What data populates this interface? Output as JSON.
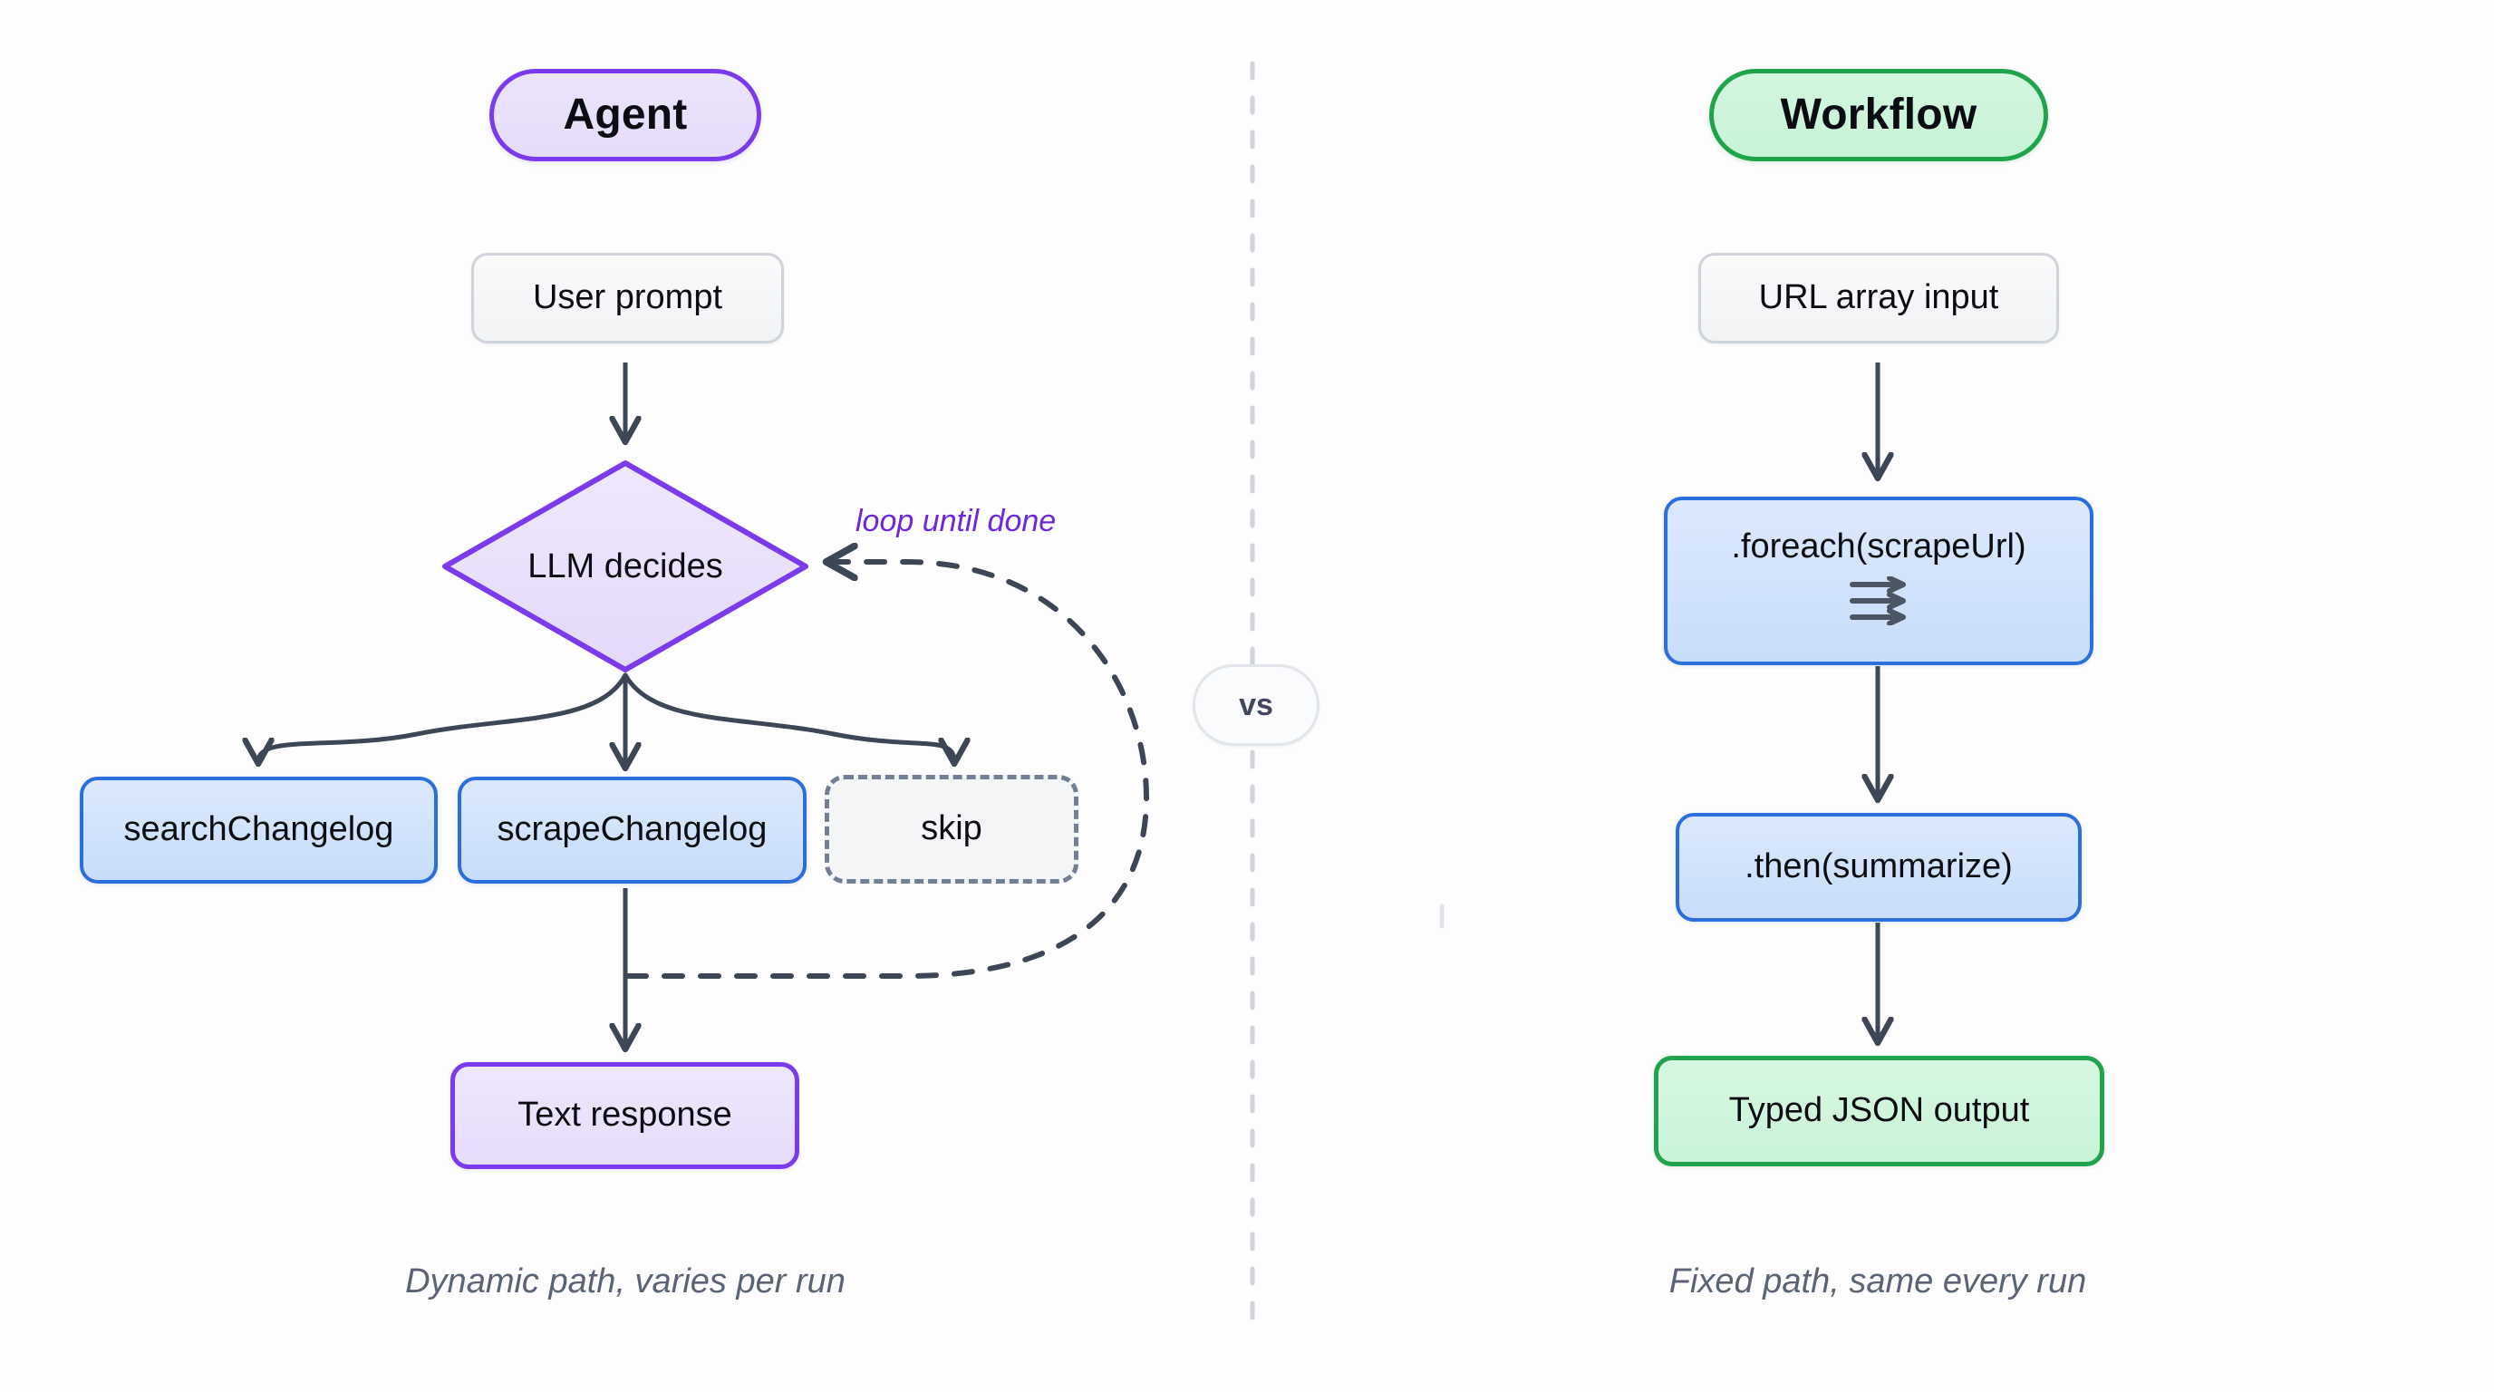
{
  "diagram": {
    "title_hidden": "",
    "colors": {
      "background": "#fdfdfd",
      "purple": "#7c3aed",
      "green": "#22a24c",
      "blue": "#2a6fdb",
      "neutral_border": "#cfd3da",
      "dashed_border": "#737f93",
      "edge": "#3d4654",
      "caption_text": "#5a6475",
      "loop_label_text": "#6d28d9"
    },
    "divider": {
      "name": "vertical-dashed-divider",
      "style": "dashed"
    },
    "vs_badge": {
      "label": "vs"
    },
    "left_column": {
      "header": {
        "label": "Agent",
        "shape": "pill",
        "accent": "#7c3aed"
      },
      "nodes": [
        {
          "id": "user-prompt",
          "label": "User prompt",
          "shape": "rounded-rect",
          "style": "neutral"
        },
        {
          "id": "llm-decides",
          "label": "LLM decides",
          "shape": "diamond",
          "style": "purple"
        },
        {
          "id": "search-changelog",
          "label": "searchChangelog",
          "shape": "rounded-rect",
          "style": "blue"
        },
        {
          "id": "scrape-changelog",
          "label": "scrapeChangelog",
          "shape": "rounded-rect",
          "style": "blue"
        },
        {
          "id": "skip",
          "label": "skip",
          "shape": "rounded-rect",
          "style": "dashed"
        },
        {
          "id": "text-response",
          "label": "Text response",
          "shape": "rounded-rect",
          "style": "purple"
        }
      ],
      "loop_label": "loop until done",
      "caption": "Dynamic path, varies per run"
    },
    "right_column": {
      "header": {
        "label": "Workflow",
        "shape": "pill",
        "accent": "#22a24c"
      },
      "nodes": [
        {
          "id": "url-array-input",
          "label": "URL array input",
          "shape": "rounded-rect",
          "style": "neutral"
        },
        {
          "id": "foreach-scrape",
          "label": ".foreach(scrapeUrl)",
          "shape": "rounded-rect",
          "style": "blue",
          "icon": "stacked-arrows-icon"
        },
        {
          "id": "then-summarize",
          "label": ".then(summarize)",
          "shape": "rounded-rect",
          "style": "blue"
        },
        {
          "id": "typed-json-output",
          "label": "Typed JSON output",
          "shape": "rounded-rect",
          "style": "green"
        }
      ],
      "caption": "Fixed path, same every run"
    }
  }
}
